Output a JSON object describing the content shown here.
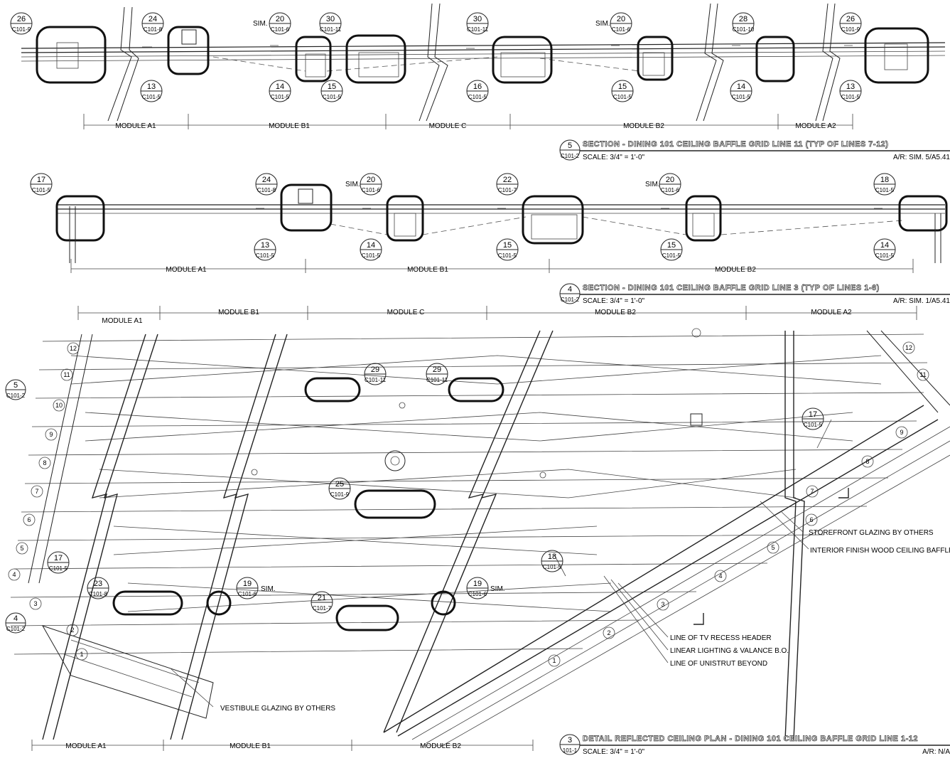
{
  "section5": {
    "title": "SECTION - DINING 101 CEILING BAFFLE GRID LINE 11 (TYP OF LINES 7-12)",
    "number": "5",
    "sheet": "C101-2",
    "scale": "SCALE: 3/4\" = 1'-0\"",
    "ar": "A/R: SIM. 5/A5.41",
    "modules": [
      "MODULE A1",
      "MODULE B1",
      "MODULE C",
      "MODULE B2",
      "MODULE A2"
    ],
    "tags_top": [
      {
        "num": "26",
        "ref": "C101-9"
      },
      {
        "num": "24",
        "ref": "C101-8"
      },
      {
        "num": "20",
        "ref": "C101-6",
        "sim": "SIM."
      },
      {
        "num": "30",
        "ref": "C101-11"
      },
      {
        "num": "30",
        "ref": "C101-11"
      },
      {
        "num": "20",
        "ref": "C101-6",
        "sim": "SIM."
      },
      {
        "num": "28",
        "ref": "C101-10"
      },
      {
        "num": "26",
        "ref": "C101-9"
      }
    ],
    "tags_bottom": [
      {
        "num": "13",
        "ref": "C101-5"
      },
      {
        "num": "14",
        "ref": "C101-5"
      },
      {
        "num": "15",
        "ref": "C101-5"
      },
      {
        "num": "16",
        "ref": "C101-5"
      },
      {
        "num": "15",
        "ref": "C101-5"
      },
      {
        "num": "14",
        "ref": "C101-5"
      },
      {
        "num": "13",
        "ref": "C101-5"
      }
    ]
  },
  "section4": {
    "title": "SECTION - DINING 101 CEILING BAFFLE GRID LINE 3 (TYP OF LINES 1-6)",
    "number": "4",
    "sheet": "C101-2",
    "scale": "SCALE: 3/4\" = 1'-0\"",
    "ar": "A/R: SIM. 1/A5.41",
    "modules": [
      "MODULE A1",
      "MODULE B1",
      "MODULE B2"
    ],
    "tags_top": [
      {
        "num": "17",
        "ref": "C101-5"
      },
      {
        "num": "24",
        "ref": "C101-8"
      },
      {
        "num": "20",
        "ref": "C101-6",
        "sim": "SIM."
      },
      {
        "num": "22",
        "ref": "C101-7"
      },
      {
        "num": "20",
        "ref": "C101-6",
        "sim": "SIM."
      },
      {
        "num": "18",
        "ref": "C101-5"
      }
    ],
    "tags_bottom": [
      {
        "num": "13",
        "ref": "C101-5"
      },
      {
        "num": "14",
        "ref": "C101-5"
      },
      {
        "num": "15",
        "ref": "C101-5"
      },
      {
        "num": "15",
        "ref": "C101-5"
      },
      {
        "num": "14",
        "ref": "C101-5"
      }
    ]
  },
  "plan3": {
    "title": "DETAIL REFLECTED CEILING PLAN - DINING 101 CEILING BAFFLE GRID LINE 1-12",
    "number": "3",
    "sheet": "101-1",
    "scale": "SCALE: 3/4\" = 1'-0\"",
    "ar": "A/R: N/A",
    "modules_top": [
      "MODULE A1",
      "MODULE B1",
      "MODULE C",
      "MODULE B2",
      "MODULE A2"
    ],
    "modules_bottom": [
      "MODULE A1",
      "MODULE B1",
      "MODULE B2"
    ],
    "notes": [
      "STOREFRONT GLAZING BY OTHERS",
      "INTERIOR FINISH WOOD CEILING BAFFLES",
      "LINE OF TV RECESS HEADER",
      "LINEAR LIGHTING & VALANCE B.O.",
      "LINE OF UNISTRUT BEYOND",
      "VESTIBULE GLAZING BY OTHERS"
    ],
    "tags": [
      {
        "num": "29",
        "ref": "C101-11"
      },
      {
        "num": "29",
        "ref": "C101-11"
      },
      {
        "num": "25",
        "ref": "C101-9"
      },
      {
        "num": "17",
        "ref": "C101-5"
      },
      {
        "num": "18",
        "ref": "C101-5"
      },
      {
        "num": "17",
        "ref": "C101-5"
      },
      {
        "num": "23",
        "ref": "C101-8"
      },
      {
        "num": "19",
        "ref": "C101-6",
        "sim": "SIM."
      },
      {
        "num": "21",
        "ref": "C101-7"
      },
      {
        "num": "19",
        "ref": "C101-6",
        "sim": "SIM."
      }
    ],
    "section_marks": [
      {
        "num": "5",
        "ref": "C101-2"
      },
      {
        "num": "4",
        "ref": "C101-2"
      }
    ],
    "grid_left": [
      "12",
      "11",
      "10",
      "9",
      "8",
      "7",
      "6",
      "5",
      "4",
      "3",
      "2",
      "1"
    ],
    "grid_right": [
      "12",
      "11",
      "9",
      "8",
      "7",
      "6",
      "5",
      "4",
      "3",
      "2",
      "1"
    ]
  }
}
